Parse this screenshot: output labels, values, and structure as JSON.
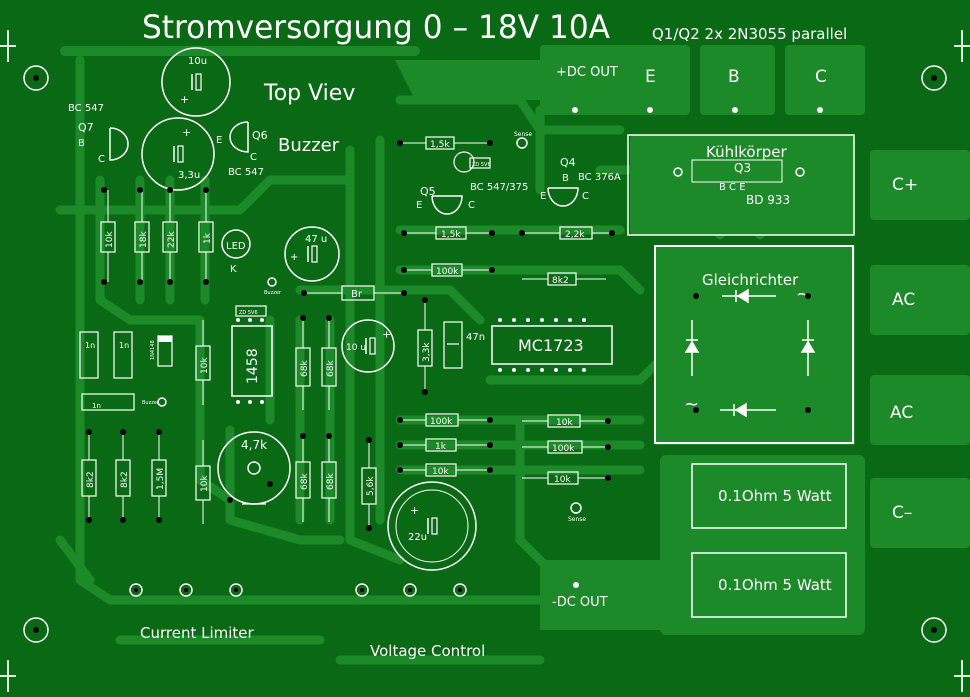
{
  "title": "Stromversorgung 0 – 18V 10A",
  "subtitle": "Q1/Q2   2x 2N3055 parallel",
  "view_label": "Top Viev",
  "buzzer_title": "Buzzer",
  "top_terminals": {
    "dc_out_plus": "+DC OUT",
    "e": "E",
    "b": "B",
    "c": "C"
  },
  "right_terminals": {
    "c_plus": "C+",
    "ac1": "AC",
    "ac2": "AC",
    "c_minus": "C–"
  },
  "heatsink": {
    "label": "Kühlkörper",
    "q3": "Q3",
    "pins": "B  C  E",
    "part": "BD 933"
  },
  "rectifier": {
    "label": "Gleichrichter",
    "ac_symbol_1": "~",
    "ac_symbol_2": "~"
  },
  "shunts": [
    "0.1Ohm 5 Watt",
    "0.1Ohm 5 Watt"
  ],
  "bottom_labels": {
    "dc_out_minus": "-DC OUT",
    "current_limiter": "Current Limiter",
    "voltage_control": "Voltage Control"
  },
  "sense_labels": [
    "Sense",
    "Sense"
  ],
  "transistors": {
    "q7": {
      "name": "Q7",
      "type": "BC 547",
      "b": "B",
      "c": "C"
    },
    "q6": {
      "name": "Q6",
      "type": "BC 547",
      "e": "E",
      "c": "C"
    },
    "q5": {
      "name": "Q5",
      "type": "BC 547/375",
      "e": "E",
      "c": "C"
    },
    "q4": {
      "name": "Q4",
      "type": "BC 376A",
      "b": "B",
      "e": "E",
      "c": "C"
    }
  },
  "capacitors": {
    "c_10u_top": "10u",
    "c_3_3u": "3,3u",
    "c_47u": "47 u",
    "c_10u_mid": "10 u",
    "c_47n": "47n",
    "c_22u": "22u",
    "c_1n_a": "1n",
    "c_1n_b": "1n",
    "c_1n_c": "1n"
  },
  "resistors_vertical": [
    "10k",
    "18k",
    "22k",
    "1k",
    "10k",
    "68k",
    "68k",
    "3,3k",
    "8k2",
    "8k2",
    "1,5M",
    "10k",
    "68k",
    "68k",
    "5,6k"
  ],
  "resistors_horizontal": [
    "1,5k",
    "1,5k",
    "2,2k",
    "100k",
    "8k2",
    "Br",
    "100k",
    "10k",
    "1k",
    "100k",
    "10k",
    "10k"
  ],
  "ics": {
    "opamp": "1458",
    "regulator": "MC1723"
  },
  "led": {
    "label": "LED",
    "k": "K"
  },
  "pot": {
    "label": "4,7k"
  },
  "buzzer_pad_labels": [
    "Buzzer",
    "Buzzer"
  ],
  "small_parts": [
    "1N4148",
    "ZD 5V6",
    "ZD 5V6"
  ]
}
